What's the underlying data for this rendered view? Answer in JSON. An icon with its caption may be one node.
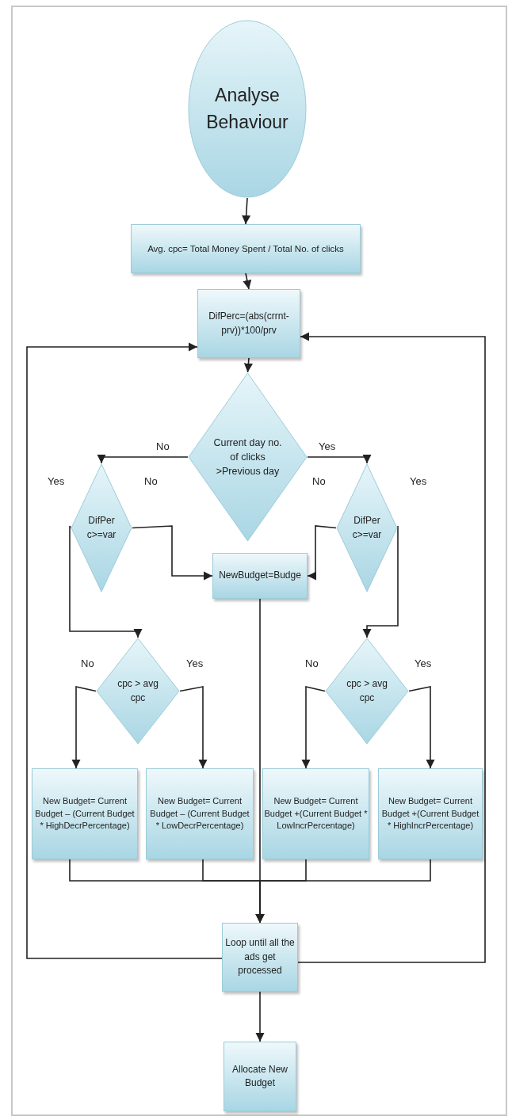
{
  "diagram": {
    "nodes": [
      {
        "text": [
          "Analyse Behaviour"
        ]
      },
      {
        "text": [
          "Avg. cpc= Total Money Spent / Total No. of clicks"
        ]
      },
      {
        "text": [
          "DifPerc=(abs(crrnt-prv))*100/prv"
        ]
      },
      {
        "text": [
          "Current day no. of clicks >Previous day"
        ]
      },
      {
        "text": [
          "DifPer c>=var"
        ]
      },
      {
        "text": [
          "DifPer c>=var"
        ]
      },
      {
        "text": [
          "NewBudget=Budge"
        ]
      },
      {
        "text": [
          "cpc > avg cpc"
        ]
      },
      {
        "text": [
          "cpc > avg cpc"
        ]
      },
      {
        "text": [
          "New Budget= Current Budget – (Current Budget * HighDecrPercentage)"
        ]
      },
      {
        "text": [
          "New Budget= Current Budget – (Current Budget * LowDecrPercentage)"
        ]
      },
      {
        "text": [
          "New Budget= Current Budget +(Current Budget * LowIncrPercentage)"
        ]
      },
      {
        "text": [
          "New Budget= Current Budget +(Current Budget * HighIncrPercentage)"
        ]
      },
      {
        "text": [
          "Loop until all the ads get processed"
        ]
      },
      {
        "text": [
          "Allocate New Budget"
        ]
      }
    ],
    "edges": [
      {
        "from": 0,
        "to": 1,
        "arrow": "to"
      },
      {
        "from": 1,
        "to": 2,
        "arrow": "to"
      },
      {
        "from": 2,
        "to": 3,
        "arrow": "to"
      },
      {
        "from": 3,
        "to": 4,
        "arrow": "to",
        "label": "No"
      },
      {
        "from": 3,
        "to": 5,
        "arrow": "to",
        "label": "Yes"
      },
      {
        "from": 4,
        "to": 6,
        "arrow": "to",
        "label": "No"
      },
      {
        "from": 5,
        "to": 6,
        "arrow": "to",
        "label": "No"
      },
      {
        "from": 4,
        "to": 7,
        "arrow": "to",
        "label": "Yes"
      },
      {
        "from": 5,
        "to": 8,
        "arrow": "to",
        "label": "Yes"
      },
      {
        "from": 7,
        "to": 9,
        "arrow": "to",
        "label": "No"
      },
      {
        "from": 7,
        "to": 10,
        "arrow": "to",
        "label": "Yes"
      },
      {
        "from": 8,
        "to": 11,
        "arrow": "to",
        "label": "No"
      },
      {
        "from": 8,
        "to": 12,
        "arrow": "to",
        "label": "Yes"
      },
      {
        "from": 9,
        "to": 13,
        "arrow": "to"
      },
      {
        "from": 10,
        "to": 13,
        "arrow": "to"
      },
      {
        "from": 11,
        "to": 13,
        "arrow": "to"
      },
      {
        "from": 12,
        "to": 13,
        "arrow": "to"
      },
      {
        "from": 6,
        "to": 13,
        "arrow": "to"
      },
      {
        "from": 13,
        "to": 2,
        "arrow": "to"
      },
      {
        "from": 13,
        "to": 2,
        "arrow": "to"
      },
      {
        "from": 13,
        "to": 14,
        "arrow": "to"
      }
    ]
  }
}
